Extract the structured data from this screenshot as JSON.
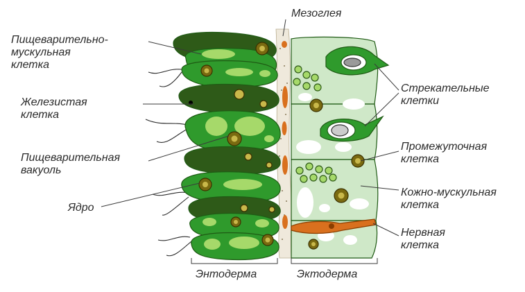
{
  "labels": {
    "digestive_muscular": [
      "Пищеварительно-",
      "мускульная",
      "клетка"
    ],
    "glandular": [
      "Железистая",
      "клетка"
    ],
    "digestive_vacuole": [
      "Пищеварительная",
      "вакуоль"
    ],
    "nucleus": [
      "Ядро"
    ],
    "mesoglea": [
      "Мезоглея"
    ],
    "stinging": [
      "Стрекательные",
      "клетки"
    ],
    "intermediate": [
      "Промежуточная",
      "клетка"
    ],
    "skin_muscular": [
      "Кожно-мускульная",
      "клетка"
    ],
    "nerve": [
      "Нервная",
      "клетка"
    ],
    "endoderm": [
      "Энтодерма"
    ],
    "ectoderm": [
      "Эктодерма"
    ]
  },
  "colors": {
    "endoderm_cell": "#2f9a2c",
    "endoderm_dark": "#2e5a18",
    "vacuole": "#a6d96a",
    "nucleus": "#7a6a10",
    "ectoderm_cell": "#cfe8c8",
    "mesoglea": "#e8e2d2",
    "nerve": "#d9701e",
    "outline": "#1f5a14"
  }
}
